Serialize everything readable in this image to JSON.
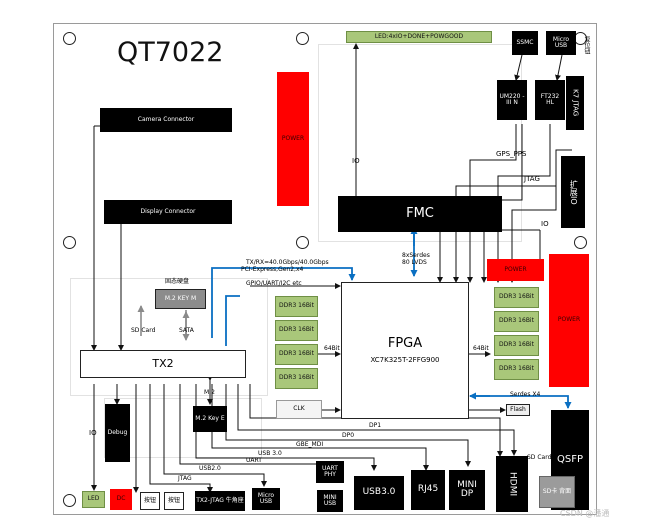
{
  "title": "QT7022",
  "components": {
    "camera": "Camera Connector",
    "display": "Display Connector",
    "power_left": "POWER",
    "fmc": "FMC",
    "led_bar": "LED:4xIO+DONE+POWGOOD",
    "ssmc": "SSMC",
    "micro_usb_top": "Micro USB",
    "reset": "复位钮",
    "um220": "UM220 -III N",
    "ft232": "FT232 HL",
    "k7_jtag": "K7 JTAG",
    "expansion": "扩展IO",
    "power_right_small": "POWER",
    "power_right_big": "POWER",
    "m2_key_m": "M.2 KEY M",
    "m2_key_m_caption": "固态硬盘",
    "tx2": "TX2",
    "fpga": "FPGA",
    "fpga_part": "XC7K325T-2FFG900",
    "ddr_left": [
      "DDR3 16Bit",
      "DDR3 16Bit",
      "DDR3 16Bit",
      "DDR3 16Bit"
    ],
    "ddr_right": [
      "DDR3 16Bit",
      "DDR3 16Bit",
      "DDR3 16Bit",
      "DDR3 16Bit"
    ],
    "clk": "CLK",
    "flash": "Flash",
    "debug": "Debug",
    "m2_key_e": "M.2 Key E",
    "uart_phy": "UART PHY",
    "mini_usb": "MINI USB",
    "usb30": "USB3.0",
    "rj45": "RJ45",
    "mini_dp": "MINI DP",
    "hdmi": "HDMI",
    "qsfp": "QSFP",
    "sd_card": "SD卡 背面",
    "led": "LED",
    "dc": "DC",
    "btn1": "按钮",
    "btn2": "按钮",
    "tx2_jtag": "TX2-JTAG 牛角座",
    "micro_usb_bottom": "Micro USB"
  },
  "signals": {
    "io_fmc": "IO",
    "gps_pps": "GPS_PPS",
    "jtag_right": "JTAG",
    "io_right": "IO",
    "serdes": "8xSerdes 80 LVDS",
    "txrx": "TX/RX=40.0Gbps/40.0Gbps",
    "pcie": "PCI-Express,Gen2,x4",
    "gpio": "GPIO/UART/I2C etc",
    "sd_card_left": "SD Card",
    "sata": "SATA",
    "m2": "M.2",
    "bit64_left": "64Bit",
    "bit64_right": "64Bit",
    "serdes_x4": "Serdes X4",
    "io_left": "IO",
    "dp1": "DP1",
    "gbe_mdi": "GBE_MDI",
    "dp0": "DP0",
    "usb30_sig": "USB 3.0",
    "uart": "UART",
    "usb20": "USB2.0",
    "jtag_bottom": "JTAG",
    "sd_card_right": "SD Card"
  },
  "watermark": "CSDN @潘通",
  "colors": {
    "arrow_blue": "#0a6fc2",
    "power_red": "#ff0000",
    "ddr_green": "#a9c77a"
  }
}
